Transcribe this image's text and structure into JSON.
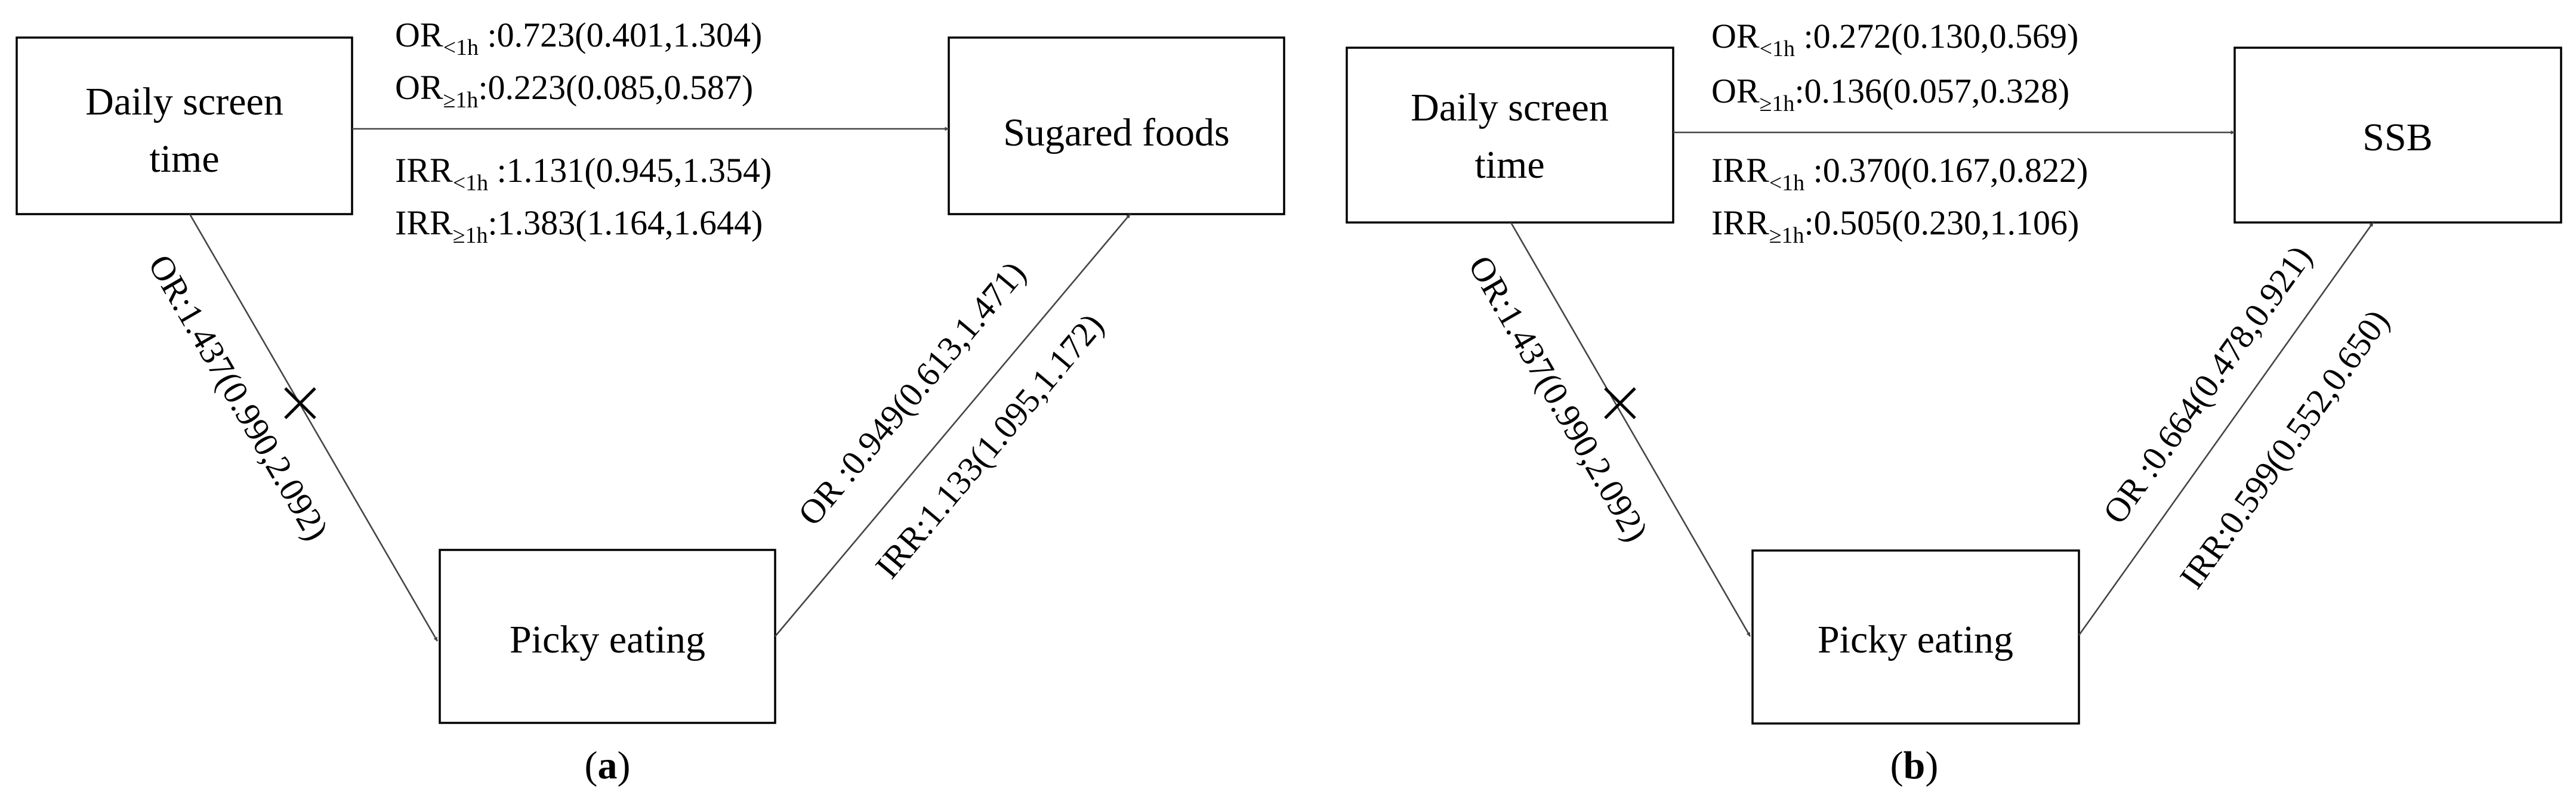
{
  "panels": [
    {
      "id": "a",
      "letter": "a",
      "nodes": {
        "exposure": {
          "line1": "Daily screen",
          "line2": "time"
        },
        "outcome": {
          "label": "Sugared foods"
        },
        "mediator": {
          "label": "Picky eating"
        }
      },
      "direct": {
        "or_lt": {
          "prefix": "OR",
          "sub": "<1h",
          "value": " :0.723(0.401,1.304)"
        },
        "or_ge": {
          "prefix": "OR",
          "sub": "≥1h",
          "value": ":0.223(0.085,0.587)"
        },
        "irr_lt": {
          "prefix": "IRR",
          "sub": "<1h",
          "value": " :1.131(0.945,1.354)"
        },
        "irr_ge": {
          "prefix": "IRR",
          "sub": "≥1h",
          "value": ":1.383(1.164,1.644)"
        }
      },
      "path_a": {
        "label": "OR:1.437(0.990,2.092)"
      },
      "path_b": {
        "or_label": "OR :0.949(0.613,1.471)",
        "irr_label": "IRR:1.133(1.095,1.172)"
      }
    },
    {
      "id": "b",
      "letter": "b",
      "nodes": {
        "exposure": {
          "line1": "Daily screen",
          "line2": "time"
        },
        "outcome": {
          "label": "SSB"
        },
        "mediator": {
          "label": "Picky eating"
        }
      },
      "direct": {
        "or_lt": {
          "prefix": "OR",
          "sub": "<1h",
          "value": " :0.272(0.130,0.569)"
        },
        "or_ge": {
          "prefix": "OR",
          "sub": "≥1h",
          "value": ":0.136(0.057,0.328)"
        },
        "irr_lt": {
          "prefix": "IRR",
          "sub": "<1h",
          "value": " :0.370(0.167,0.822)"
        },
        "irr_ge": {
          "prefix": "IRR",
          "sub": "≥1h",
          "value": ":0.505(0.230,1.106)"
        }
      },
      "path_a": {
        "label": "OR:1.437(0.990,2.092)"
      },
      "path_b": {
        "or_label": "OR :0.664(0.478,0.921)",
        "irr_label": "IRR:0.599(0.552,0.650)"
      }
    }
  ]
}
